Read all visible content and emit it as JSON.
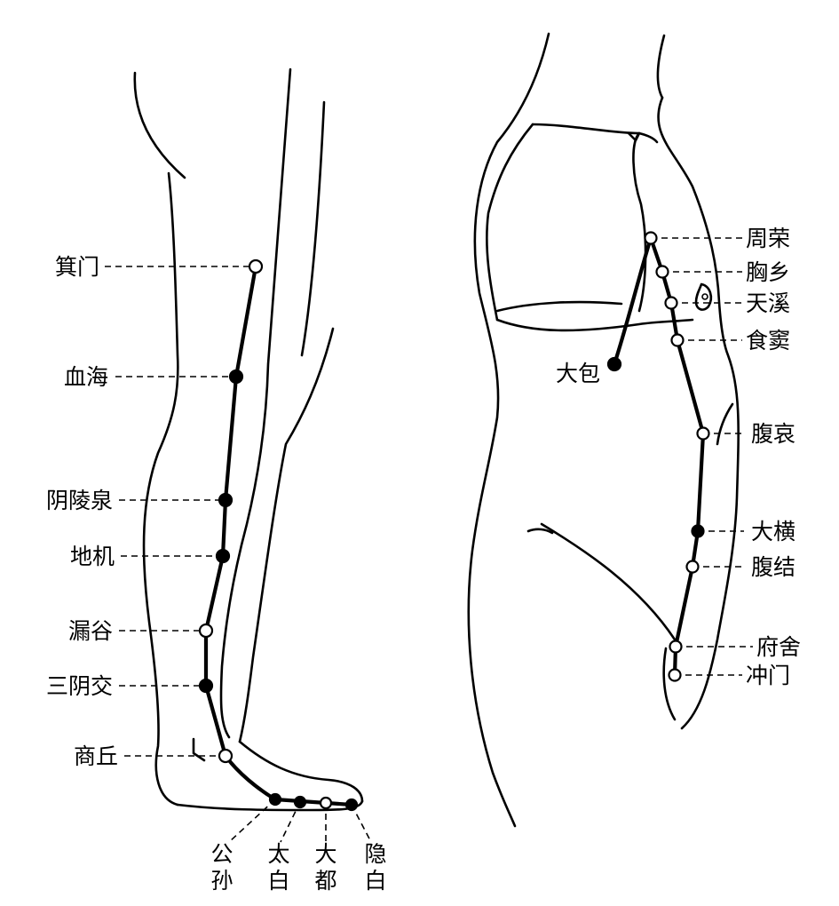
{
  "leg_points": {
    "jimen": "箕门",
    "xuehai": "血海",
    "yinlingquan": "阴陵泉",
    "diji": "地机",
    "lougu": "漏谷",
    "sanyinjiao": "三阴交",
    "shangqiu": "商丘",
    "gongsun": [
      "公",
      "孙"
    ],
    "taibai": [
      "太",
      "白"
    ],
    "dadu": [
      "大",
      "都"
    ],
    "yinbai": [
      "隐",
      "白"
    ]
  },
  "torso_points": {
    "zhourong": "周荣",
    "xiongxiang": "胸乡",
    "tianxi": "天溪",
    "shidou": "食窦",
    "dabao": "大包",
    "fuai": "腹哀",
    "daheng": "大横",
    "fujie": "腹结",
    "fushe": "府舍",
    "chongmen": "冲门"
  },
  "colors": {
    "line": "#000000",
    "background": "#ffffff"
  }
}
